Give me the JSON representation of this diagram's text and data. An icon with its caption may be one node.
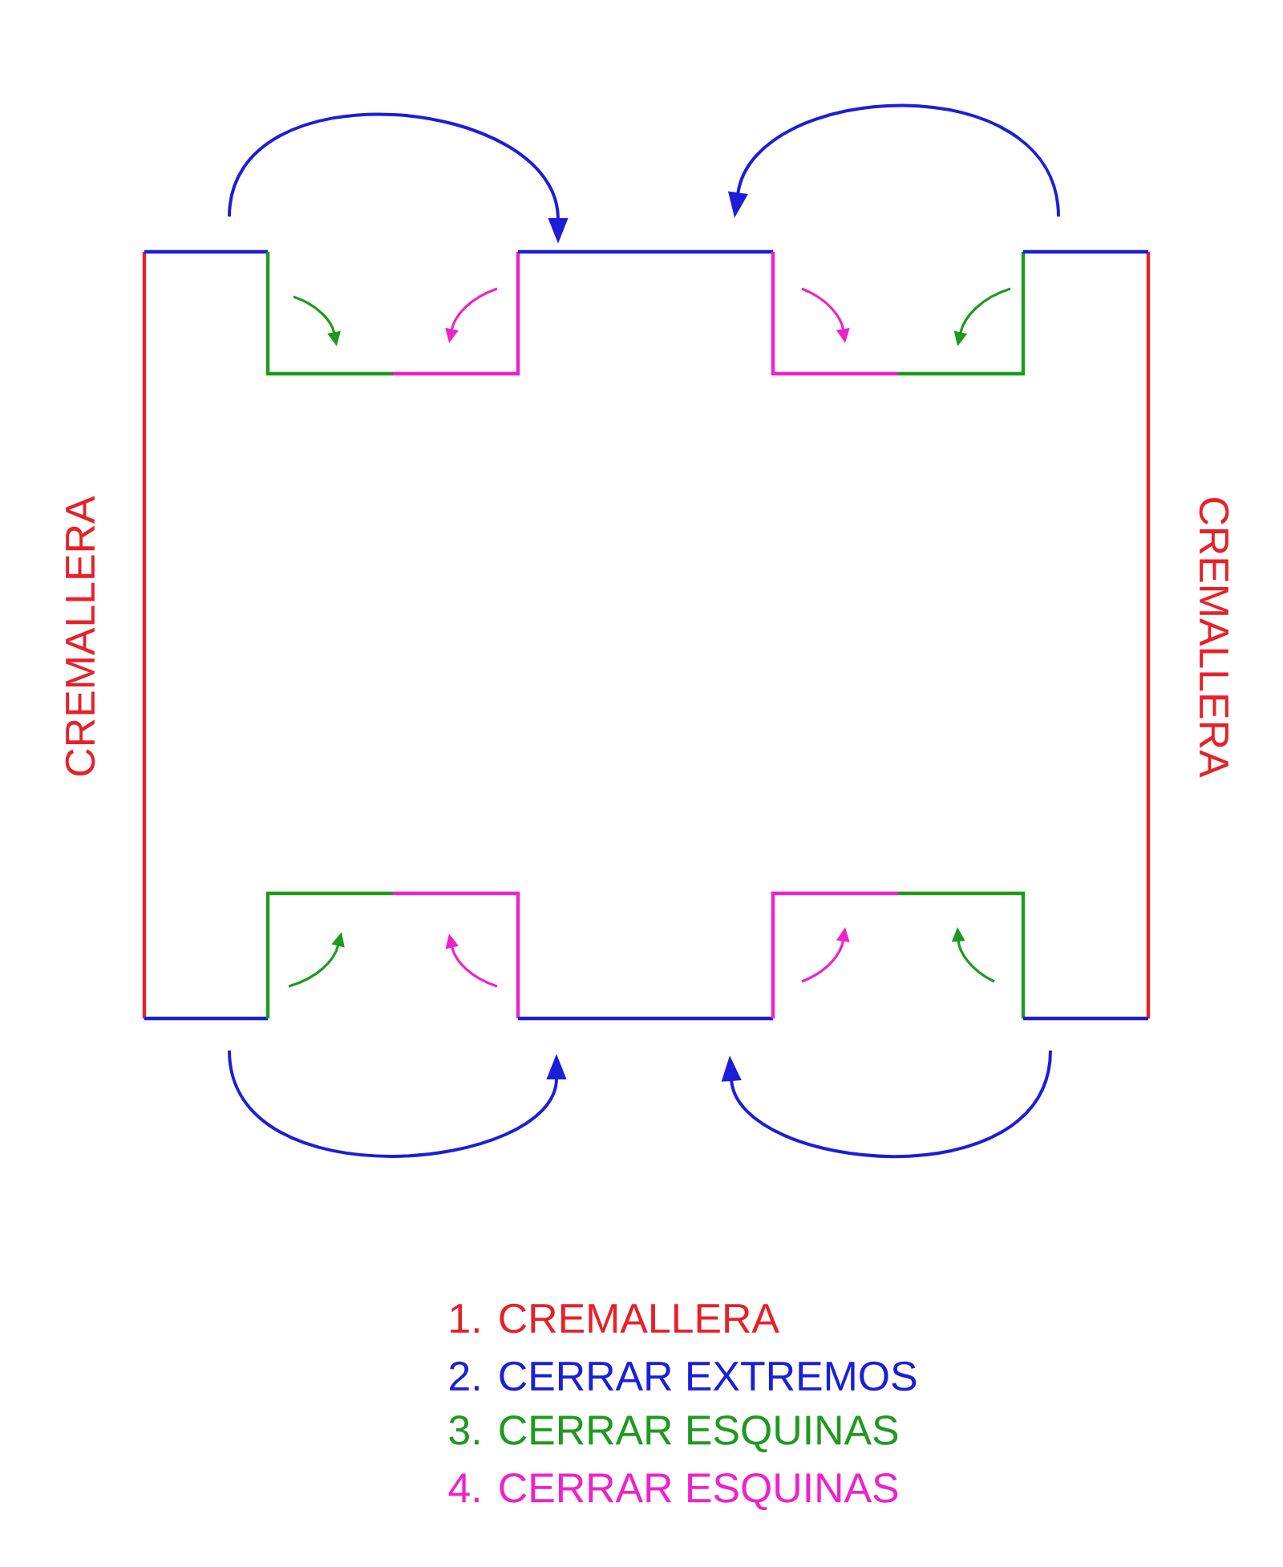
{
  "diagram": {
    "labels": [
      "CREMALLERA",
      "CREMALLERA"
    ],
    "legend": [
      {
        "text": "1. CREMALLERA",
        "color": "#e8202a"
      },
      {
        "text": "2. CERRAR EXTREMOS",
        "color": "#1c1ed8"
      },
      {
        "text": "3. CERRAR ESQUINAS",
        "color": "#1e9a1e"
      },
      {
        "text": "4. CERRAR ESQUINAS",
        "color": "#ee22cc"
      }
    ]
  }
}
